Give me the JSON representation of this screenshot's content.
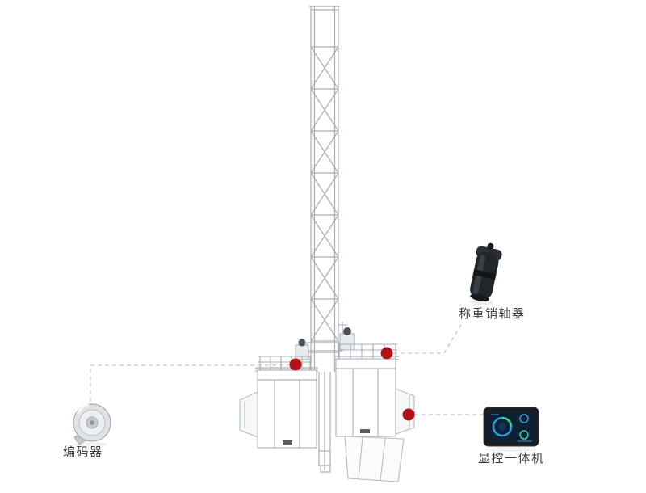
{
  "diagram": {
    "labels": {
      "encoder": "编码器",
      "load_pin": "称重销轴器",
      "display_controller": "显控一体机"
    },
    "colors": {
      "marker_red": "#b01217",
      "line_art_gray": "#a9aeb4",
      "dashed_line_gray": "#c8c8c8",
      "label_text": "#3d3d3d",
      "background": "#ffffff",
      "screen_blue": "#0d2034",
      "gauge_green": "#2fd3a0",
      "gauge_cyan": "#2a9fd8"
    },
    "images": {
      "encoder": "rotary-encoder-photo",
      "load_pin": "load-pin-sensor-photo",
      "display_controller": "display-console-photo"
    }
  }
}
